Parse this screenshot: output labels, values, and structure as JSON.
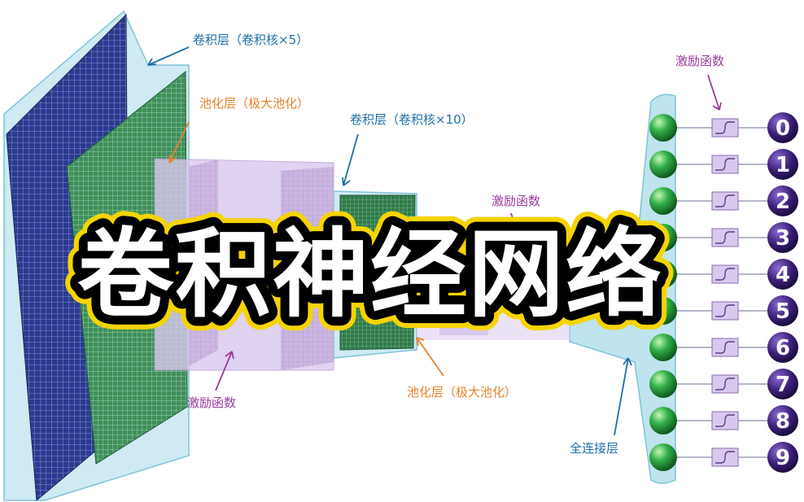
{
  "title": "卷积神经网络",
  "labels": {
    "conv1": "卷积层（卷积核×5）",
    "pool1": "池化层（极大池化）",
    "conv2": "卷积层（卷积核×10）",
    "act_mid": "激励函数",
    "act_bottom": "激励函数",
    "pool2": "池化层（极大池化）",
    "fc": "全连接层",
    "act_top": "激励函数"
  },
  "outputs": [
    "0",
    "1",
    "2",
    "3",
    "4",
    "5",
    "6",
    "7",
    "8",
    "9"
  ],
  "colors": {
    "conv1": "#2b3a8f",
    "pool1": "#3f8f5a",
    "conv2": "#3c8f5a",
    "relu": "#c9b5e3",
    "connector": "#bfe4ee",
    "blue_label": "#1d6fa8",
    "orange_label": "#e8822a",
    "purple_label": "#9a3a9a",
    "node_green": "#34b24a",
    "digit_purple": "#3b1f7a",
    "title_fill": "#ffffff",
    "title_stroke": "#000000",
    "title_glow": "#f5d400"
  }
}
